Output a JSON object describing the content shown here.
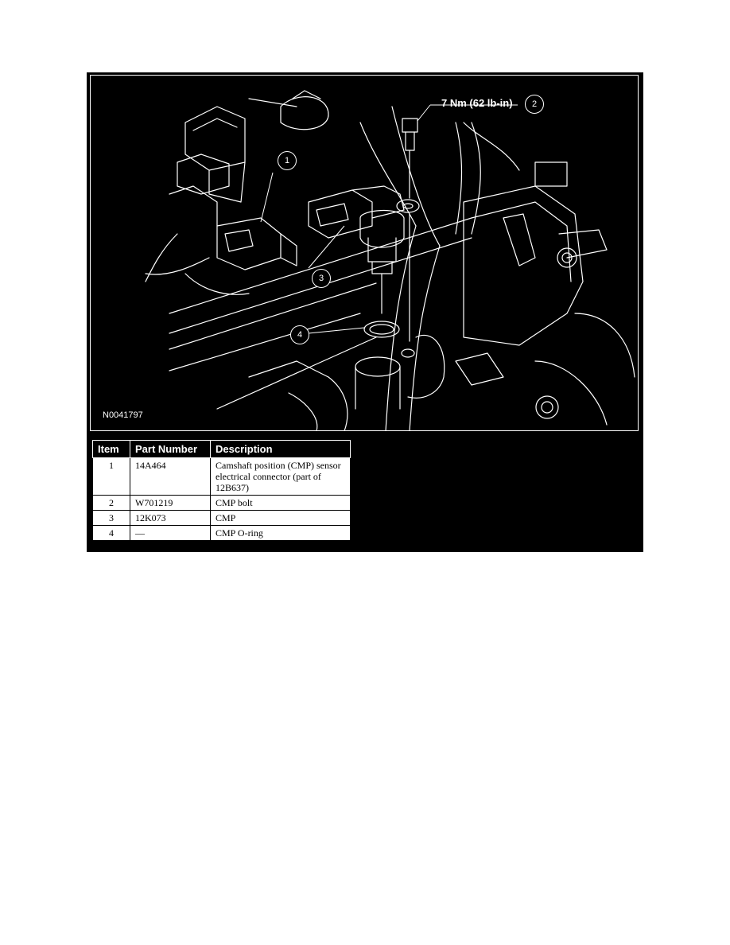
{
  "figure": {
    "id_label": "N0041797",
    "torque_label": "7 Nm (62 lb-in)",
    "callouts": [
      "1",
      "2",
      "3",
      "4"
    ]
  },
  "table": {
    "headers": [
      "Item",
      "Part Number",
      "Description"
    ],
    "rows": [
      {
        "item": "1",
        "part_number": "14A464",
        "description": "Camshaft position (CMP) sensor electrical connector (part of 12B637)"
      },
      {
        "item": "2",
        "part_number": "W701219",
        "description": "CMP bolt"
      },
      {
        "item": "3",
        "part_number": "12K073",
        "description": "CMP"
      },
      {
        "item": "4",
        "part_number": "—",
        "description": "CMP O-ring"
      }
    ]
  },
  "colors": {
    "panel_background": "#000000",
    "line_art": "#ffffff"
  }
}
